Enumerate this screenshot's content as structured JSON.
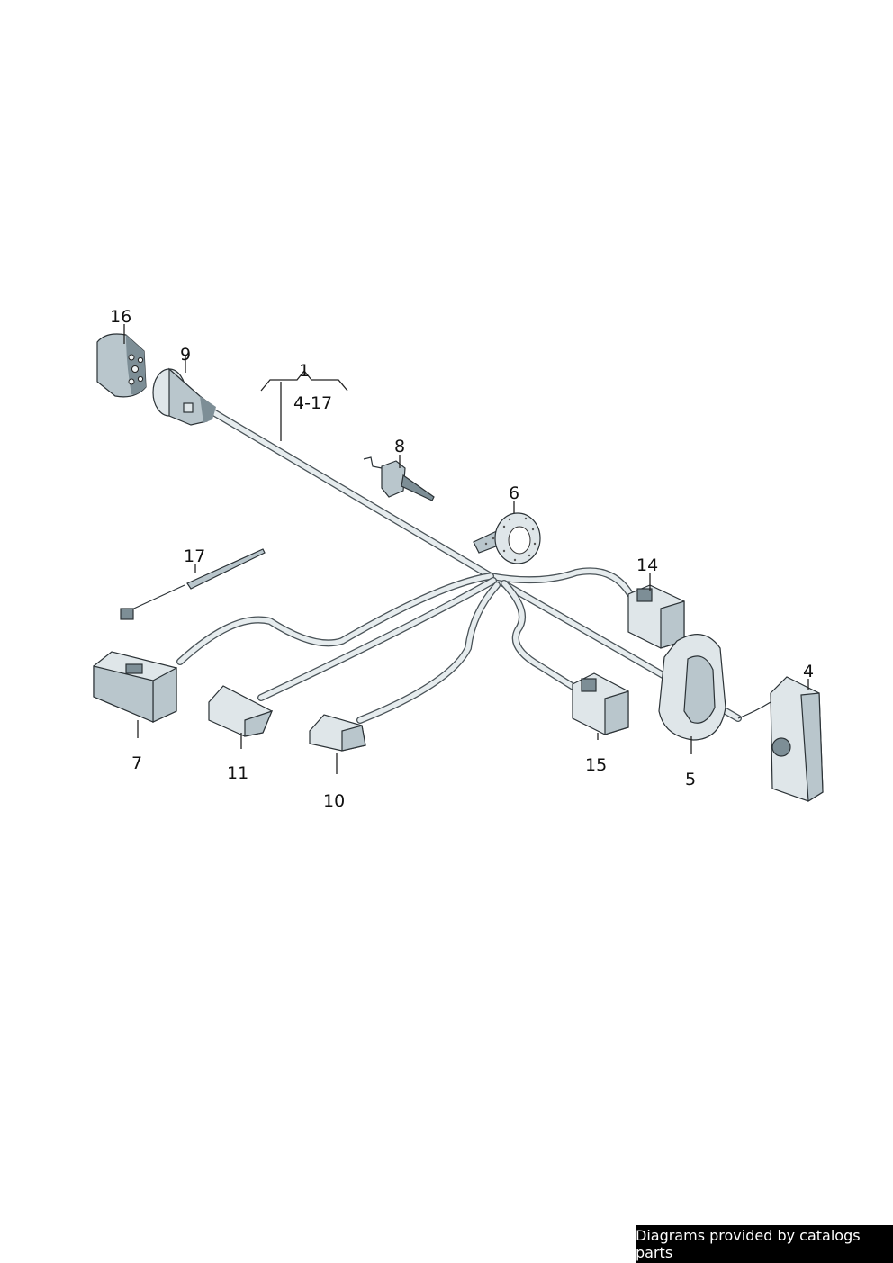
{
  "callouts": [
    {
      "id": "1",
      "label": "1"
    },
    {
      "id": "range",
      "label": "4-17"
    },
    {
      "id": "4",
      "label": "4"
    },
    {
      "id": "5",
      "label": "5"
    },
    {
      "id": "6",
      "label": "6"
    },
    {
      "id": "7",
      "label": "7"
    },
    {
      "id": "8",
      "label": "8"
    },
    {
      "id": "9",
      "label": "9"
    },
    {
      "id": "10",
      "label": "10"
    },
    {
      "id": "11",
      "label": "11"
    },
    {
      "id": "14",
      "label": "14"
    },
    {
      "id": "15",
      "label": "15"
    },
    {
      "id": "16",
      "label": "16"
    },
    {
      "id": "17",
      "label": "17"
    }
  ],
  "footer": {
    "text": "Diagrams provided by catalogs parts"
  }
}
